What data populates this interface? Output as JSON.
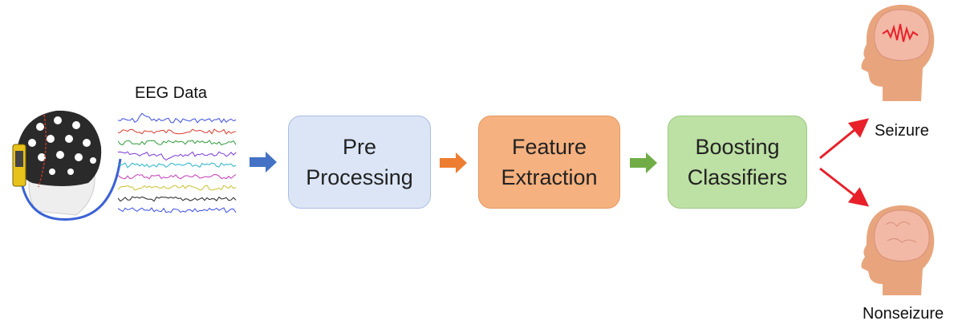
{
  "eeg": {
    "title": "EEG Data"
  },
  "steps": [
    {
      "line1": "Pre",
      "line2": "Processing",
      "color": "#dbe5f6"
    },
    {
      "line1": "Feature",
      "line2": "Extraction",
      "color": "#f5b17f"
    },
    {
      "line1": "Boosting",
      "line2": "Classifiers",
      "color": "#bde0a4"
    }
  ],
  "outputs": {
    "seizure": "Seizure",
    "nonseizure": "Nonseizure"
  },
  "colors": {
    "arrow_blue": "#4472c4",
    "arrow_orange": "#ed7d31",
    "arrow_green": "#70ad47",
    "arrow_red": "#e8202a",
    "head_skin": "#e8a57d",
    "brain": "#f2b9a6",
    "cable": "#3b62d6"
  },
  "eeg_trace_colors": [
    "#3b4de0",
    "#d93a2b",
    "#2e9a3a",
    "#7a3ad9",
    "#27b3c9",
    "#c23ab5",
    "#c9c232",
    "#222222",
    "#3b4de0"
  ]
}
